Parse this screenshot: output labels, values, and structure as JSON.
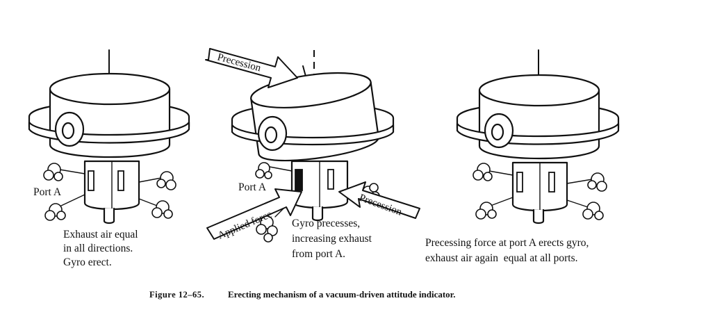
{
  "panels": [
    {
      "port_label": "Port A",
      "caption_lines": [
        "Exhaust air equal",
        "in all directions.",
        "Gyro erect."
      ]
    },
    {
      "port_label": "Port A",
      "arrow_labels": [
        "Precession",
        "Applied force",
        "Precession"
      ],
      "caption_lines": [
        "Gyro precesses,",
        "increasing exhaust",
        "from port A."
      ]
    },
    {
      "caption_lines": [
        "Precessing force at port A erects gyro,",
        "exhaust air again  equal at all ports."
      ]
    }
  ],
  "figure_caption": {
    "number": "Figure 12–65.",
    "text": "Erecting mechanism of a vacuum-driven attitude indicator."
  }
}
